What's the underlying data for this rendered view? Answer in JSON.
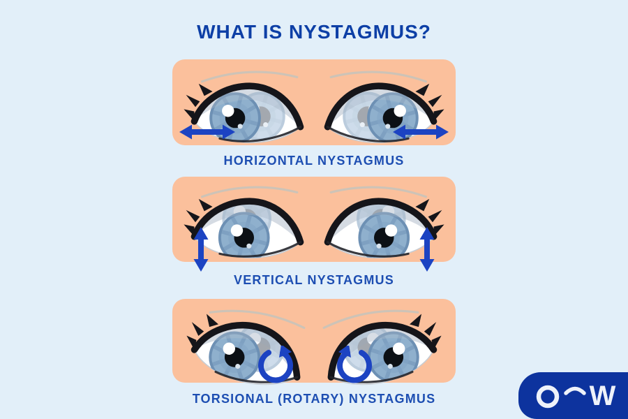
{
  "title": "WHAT IS NYSTAGMUS?",
  "panels": [
    {
      "label": "HORIZONTAL NYSTAGMUS",
      "motion": "horizontal",
      "arrow_icon": "horizontal-double-arrow-icon"
    },
    {
      "label": "VERTICAL NYSTAGMUS",
      "motion": "vertical",
      "arrow_icon": "vertical-double-arrow-icon"
    },
    {
      "label": "TORSIONAL (ROTARY) NYSTAGMUS",
      "motion": "torsional-rotary",
      "arrow_icon": "rotary-circular-arrow-icon"
    }
  ],
  "logo": {
    "letter_left": "O",
    "letter_right": "W",
    "middle_icon": "arc-eyebrow-icon"
  },
  "colors": {
    "background": "#e2eff9",
    "panel_skin": "#fbc09c",
    "title_text": "#0d3fa6",
    "caption_text": "#1d4eb2",
    "arrow_blue": "#1c43c2",
    "iris_blue": "#8fb0cd",
    "logo_background": "#0d339e",
    "logo_text": "#eef2fa"
  }
}
